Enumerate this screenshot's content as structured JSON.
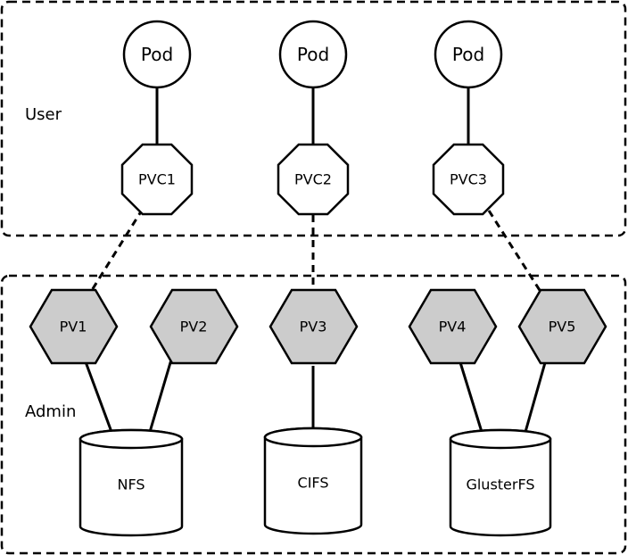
{
  "zones": {
    "user": {
      "label": "User"
    },
    "admin": {
      "label": "Admin"
    }
  },
  "pods": [
    {
      "label": "Pod"
    },
    {
      "label": "Pod"
    },
    {
      "label": "Pod"
    }
  ],
  "claims": [
    {
      "label": "PVC1"
    },
    {
      "label": "PVC2"
    },
    {
      "label": "PVC3"
    }
  ],
  "volumes": [
    {
      "label": "PV1"
    },
    {
      "label": "PV2"
    },
    {
      "label": "PV3"
    },
    {
      "label": "PV4"
    },
    {
      "label": "PV5"
    }
  ],
  "storage": [
    {
      "label": "NFS"
    },
    {
      "label": "CIFS"
    },
    {
      "label": "GlusterFS"
    }
  ],
  "colors": {
    "volume_fill": "#cccccc",
    "node_fill": "#ffffff",
    "stroke": "#000000"
  }
}
